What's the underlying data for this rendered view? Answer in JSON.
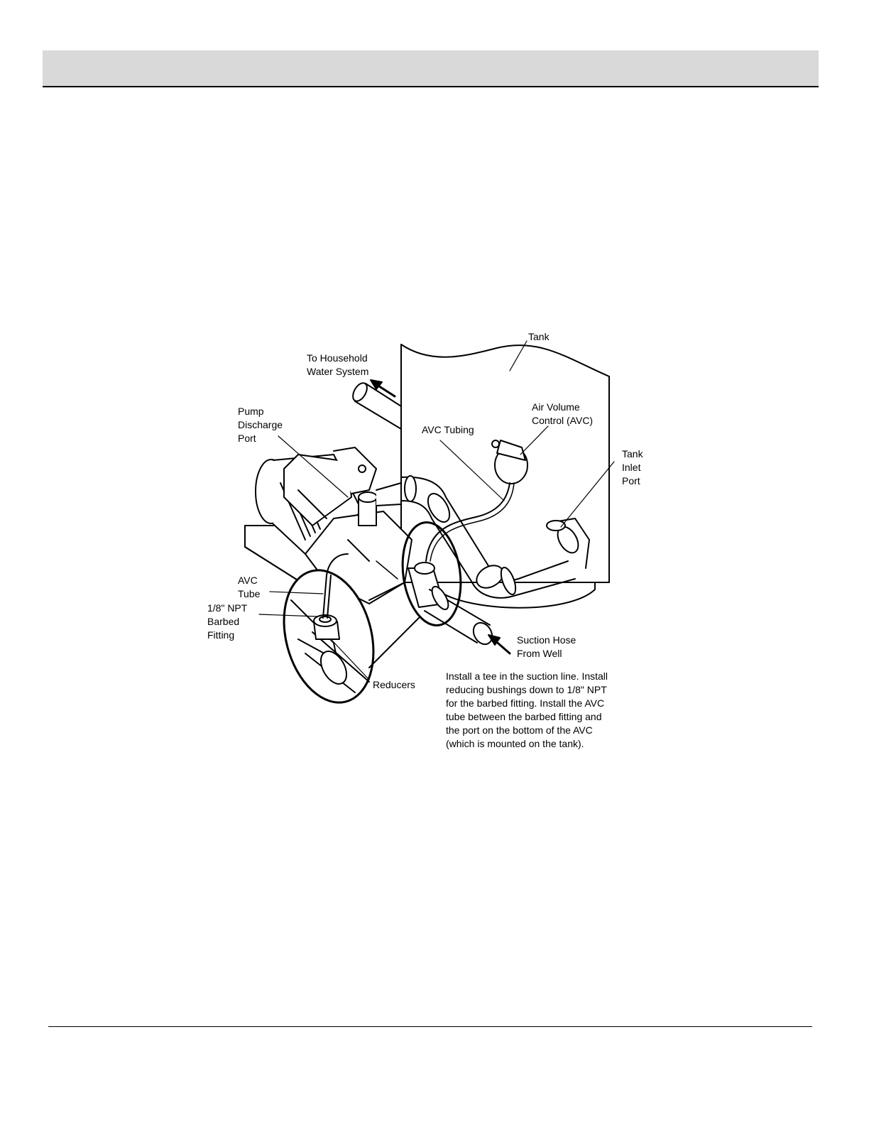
{
  "labels": {
    "tank": "Tank",
    "to_household": "To Household\nWater System",
    "pump_discharge": "Pump\nDischarge\nPort",
    "avc_tubing": "AVC Tubing",
    "air_volume_control": "Air Volume\nControl (AVC)",
    "tank_inlet": "Tank\nInlet\nPort",
    "avc_tube": "AVC\nTube",
    "barbed_fitting": "1/8\" NPT\nBarbed\nFitting",
    "reducers": "Reducers",
    "suction_hose": "Suction Hose\nFrom Well"
  },
  "caption": "Install a tee in the suction line. Install\nreducing bushings down to 1/8\" NPT\nfor the barbed fitting. Install the AVC\ntube between the barbed fitting and\nthe port on the bottom of the AVC\n(which is mounted on the tank)."
}
